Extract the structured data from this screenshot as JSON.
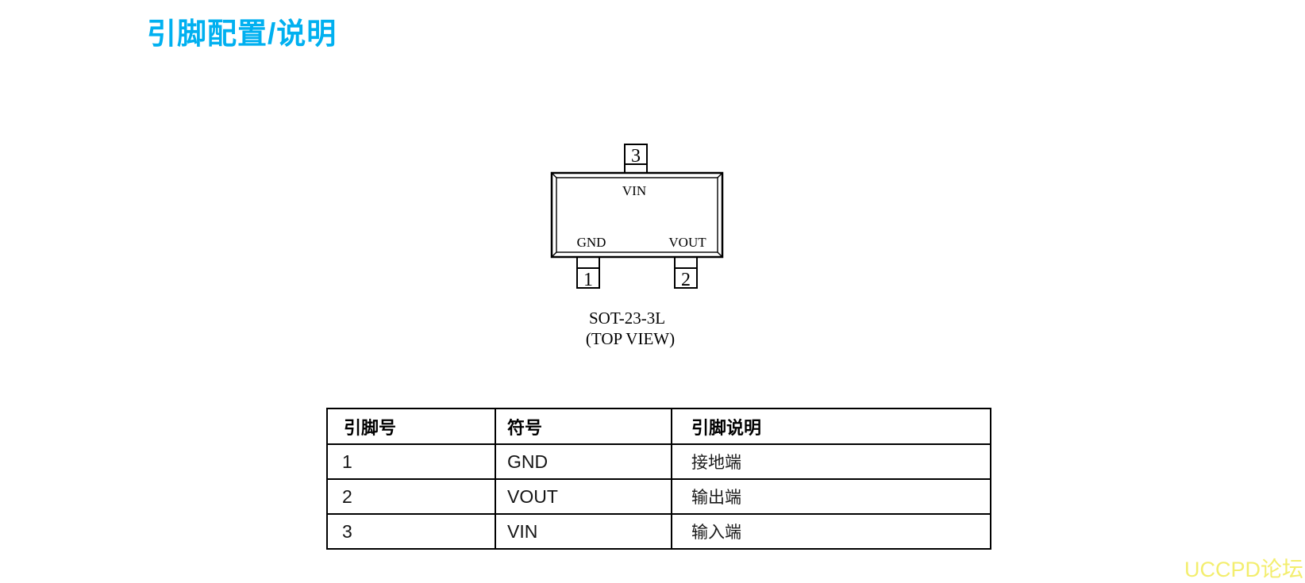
{
  "page": {
    "title": "引脚配置/说明",
    "watermark": "UCCPD论坛"
  },
  "diagram": {
    "package_name": "SOT-23-3L",
    "view_label": "(TOP VIEW)",
    "pins": {
      "top": {
        "number": "3",
        "label": "VIN"
      },
      "bottom_left": {
        "number": "1",
        "label": "GND"
      },
      "bottom_right": {
        "number": "2",
        "label": "VOUT"
      }
    }
  },
  "table": {
    "headers": [
      "引脚号",
      "符号",
      "引脚说明"
    ],
    "rows": [
      {
        "pin": "1",
        "symbol": "GND",
        "description": "接地端"
      },
      {
        "pin": "2",
        "symbol": "VOUT",
        "description": "输出端"
      },
      {
        "pin": "3",
        "symbol": "VIN",
        "description": "输入端"
      }
    ]
  },
  "colors": {
    "title": "#00B0F0",
    "watermark": "#F3EE6E",
    "line": "#000000",
    "background": "#FFFFFF"
  }
}
